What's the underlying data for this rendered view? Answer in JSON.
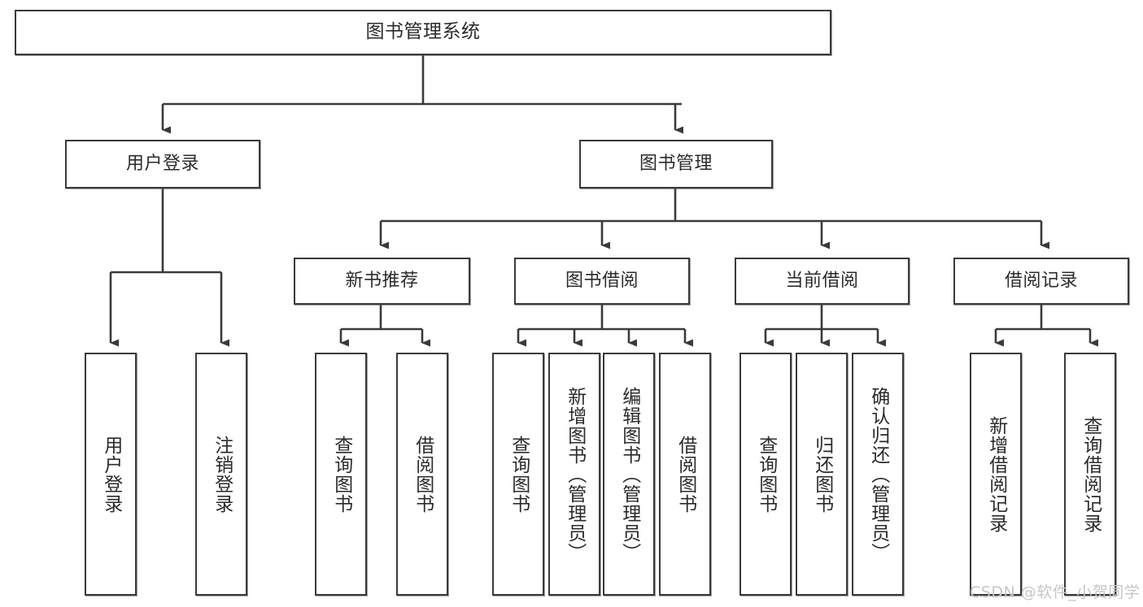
{
  "diagram": {
    "type": "tree-structure-chart",
    "root": {
      "id": "root",
      "label": "图书管理系统"
    },
    "level2": [
      {
        "id": "user-login",
        "label": "用户登录"
      },
      {
        "id": "book-manage",
        "label": "图书管理"
      }
    ],
    "level3": [
      {
        "id": "new-book-recommend",
        "label": "新书推荐"
      },
      {
        "id": "book-borrow",
        "label": "图书借阅"
      },
      {
        "id": "current-borrow",
        "label": "当前借阅"
      },
      {
        "id": "borrow-record",
        "label": "借阅记录"
      }
    ],
    "leaves": [
      {
        "id": "leaf-user-login",
        "label": "用户登录",
        "parent": "user-login"
      },
      {
        "id": "leaf-user-logout",
        "label": "注销登录",
        "parent": "user-login"
      },
      {
        "id": "leaf-query-book-1",
        "label": "查询图书",
        "parent": "new-book-recommend"
      },
      {
        "id": "leaf-borrow-book-1",
        "label": "借阅图书",
        "parent": "new-book-recommend"
      },
      {
        "id": "leaf-query-book-2",
        "label": "查询图书",
        "parent": "book-borrow"
      },
      {
        "id": "leaf-add-book",
        "label": "新增图书（管理员）",
        "parent": "book-borrow"
      },
      {
        "id": "leaf-edit-book",
        "label": "编辑图书（管理员）",
        "parent": "book-borrow"
      },
      {
        "id": "leaf-borrow-book-2",
        "label": "借阅图书",
        "parent": "book-borrow"
      },
      {
        "id": "leaf-query-book-3",
        "label": "查询图书",
        "parent": "current-borrow"
      },
      {
        "id": "leaf-return-book",
        "label": "归还图书",
        "parent": "current-borrow"
      },
      {
        "id": "leaf-confirm-return",
        "label": "确认归还（管理员）",
        "parent": "current-borrow"
      },
      {
        "id": "leaf-add-record",
        "label": "新增借阅记录",
        "parent": "borrow-record"
      },
      {
        "id": "leaf-query-record",
        "label": "查询借阅记录",
        "parent": "borrow-record"
      }
    ],
    "watermark": "CSDN @软件_小贺同学",
    "colors": {
      "border": "#3a3a3a",
      "background": "#ffffff",
      "text": "#2b2b2b",
      "watermark": "#c6c6c6"
    }
  }
}
